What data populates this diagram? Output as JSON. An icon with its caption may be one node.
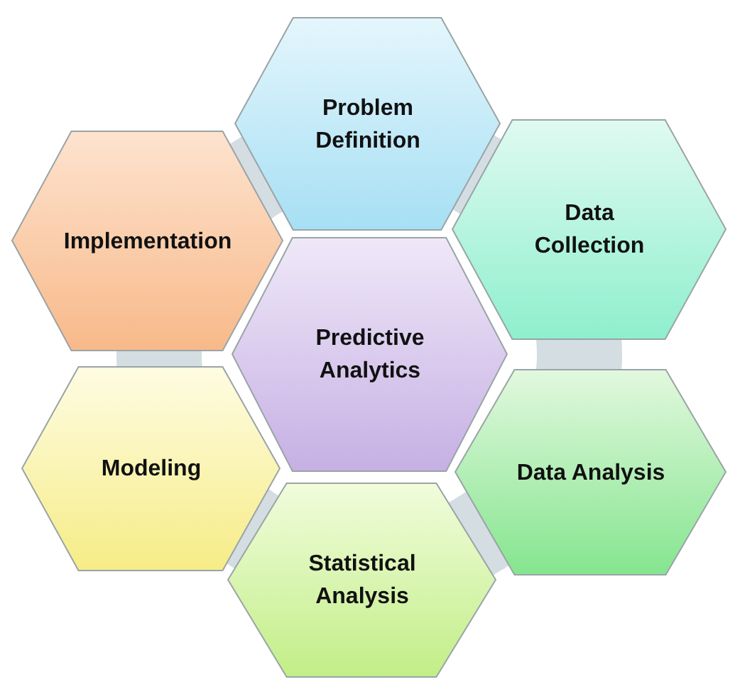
{
  "diagram": {
    "nodes": [
      {
        "text": [
          "Problem Definition"
        ]
      },
      {
        "text": [
          "Implementation"
        ]
      },
      {
        "text": [
          "Data Collection"
        ]
      },
      {
        "text": [
          "Predictive Analytics"
        ]
      },
      {
        "text": [
          "Modeling"
        ]
      },
      {
        "text": [
          "Data Analysis"
        ]
      },
      {
        "text": [
          "Statistical Analysis"
        ]
      }
    ],
    "edges": []
  }
}
